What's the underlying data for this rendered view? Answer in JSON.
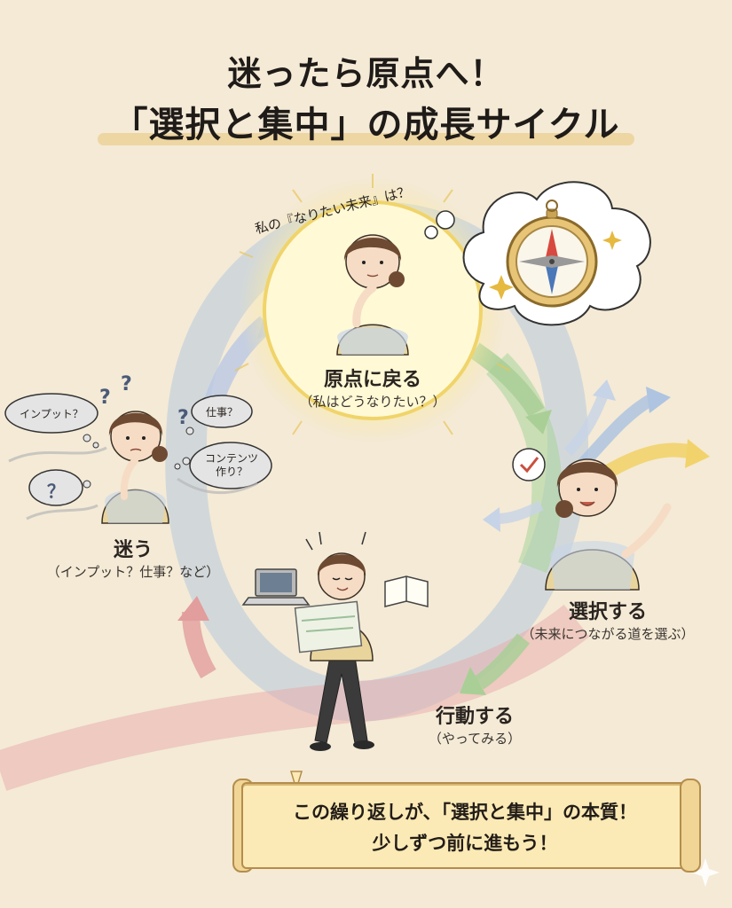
{
  "title": {
    "line1": "迷ったら原点へ！",
    "line2": "「選択と集中」の成長サイクル"
  },
  "thought": {
    "question": "私の『なりたい未来』は？",
    "icon": "compass-icon"
  },
  "stages": {
    "origin": {
      "label": "原点に戻る",
      "sub": "（私はどうなりたい？）"
    },
    "lost": {
      "label": "迷う",
      "sub": "（インプット？仕事？など）"
    },
    "choose": {
      "label": "選択する",
      "sub": "（未来につながる道を選ぶ）"
    },
    "act": {
      "label": "行動する",
      "sub": "（やってみる）"
    }
  },
  "bubbles": {
    "input": "インプット？",
    "work": "仕事？",
    "content_line1": "コンテンツ",
    "content_line2": "作り？",
    "unknown": "？"
  },
  "banner": {
    "line1": "この繰り返しが、「選択と集中」の本質！",
    "line2": "少しずつ前に進もう！"
  },
  "colors": {
    "background": "#f4ead6",
    "glow": "#fff3a8",
    "arrow_green": "#9fcf8f",
    "arrow_blue": "#aec4e0",
    "arrow_red": "#e6a6a6",
    "arrow_yellow": "#f2d36b",
    "banner": "#fbeab5"
  }
}
